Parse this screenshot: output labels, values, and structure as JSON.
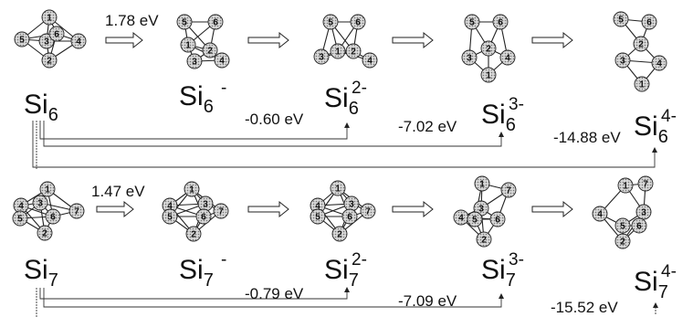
{
  "row1": {
    "transition_energy": "1.78 eV",
    "neutral": {
      "base": "Si",
      "sub": "6",
      "sup": ""
    },
    "anion1": {
      "base": "Si",
      "sub": "6",
      "sup": "-"
    },
    "anion2": {
      "base": "Si",
      "sub": "6",
      "sup": "2-"
    },
    "anion3": {
      "base": "Si",
      "sub": "6",
      "sup": "3-"
    },
    "anion4": {
      "base": "Si",
      "sub": "6",
      "sup": "4-"
    },
    "energy_to_2": "-0.60 eV",
    "energy_to_3": "-7.02 eV",
    "energy_to_4": "-14.88 eV"
  },
  "row2": {
    "transition_energy": "1.47 eV",
    "neutral": {
      "base": "Si",
      "sub": "7",
      "sup": ""
    },
    "anion1": {
      "base": "Si",
      "sub": "7",
      "sup": "-"
    },
    "anion2": {
      "base": "Si",
      "sub": "7",
      "sup": "2-"
    },
    "anion3": {
      "base": "Si",
      "sub": "7",
      "sup": "3-"
    },
    "anion4": {
      "base": "Si",
      "sub": "7",
      "sup": "4-"
    },
    "energy_to_2": "-0.79 eV",
    "energy_to_3": "-7.09 eV",
    "energy_to_4": "-15.52 eV"
  },
  "clusters": {
    "si6_neutral": [
      "1",
      "5",
      "3",
      "6",
      "4",
      "2"
    ],
    "si6_m1": [
      "5",
      "6",
      "3",
      "1",
      "2",
      "4"
    ],
    "si6_m2": [
      "5",
      "6",
      "3",
      "1",
      "2",
      "4"
    ],
    "si6_m3": [
      "5",
      "6",
      "2",
      "3",
      "4",
      "1"
    ],
    "si6_m4": [
      "5",
      "6",
      "2",
      "3",
      "4",
      "1"
    ],
    "si7_neutral": [
      "1",
      "4",
      "3",
      "5",
      "6",
      "7",
      "2"
    ],
    "si7_m1": [
      "1",
      "4",
      "5",
      "3",
      "6",
      "7",
      "2"
    ],
    "si7_m2": [
      "1",
      "4",
      "5",
      "3",
      "6",
      "7",
      "2"
    ],
    "si7_m3": [
      "1",
      "7",
      "4",
      "3",
      "5",
      "6",
      "2"
    ],
    "si7_m4": [
      "1",
      "7",
      "4",
      "3",
      "5",
      "6",
      "2"
    ]
  }
}
